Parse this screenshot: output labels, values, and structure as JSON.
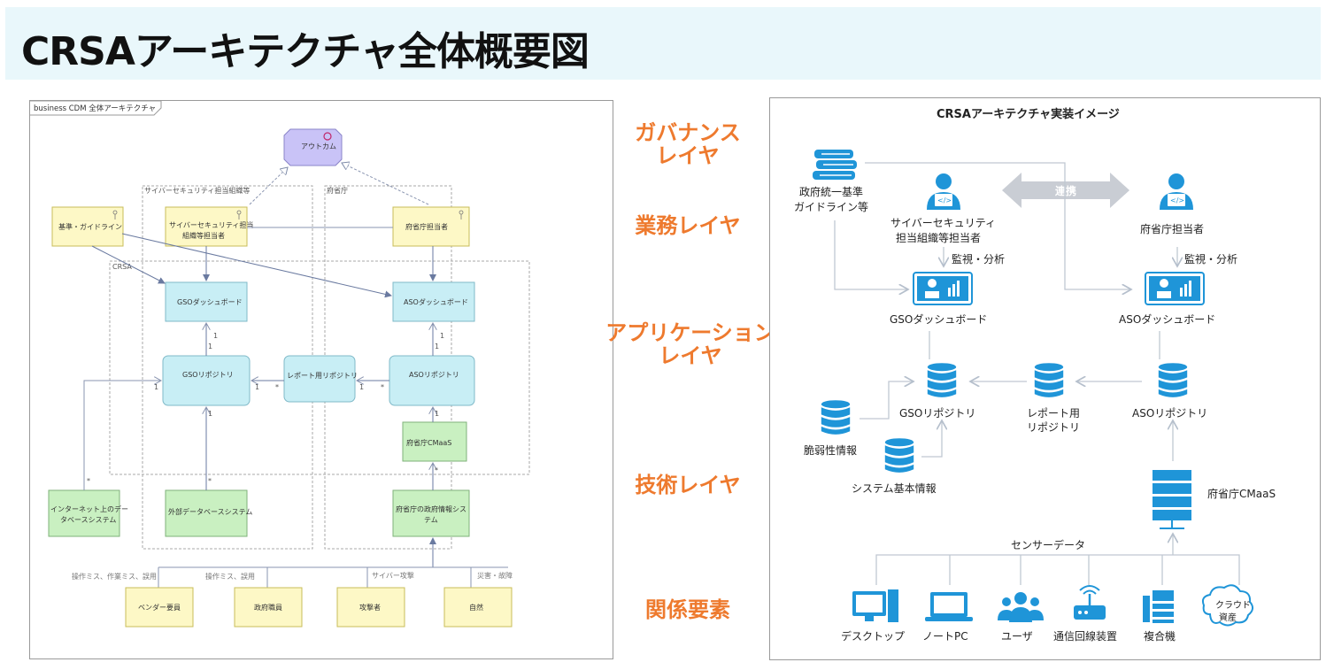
{
  "page_title": "CRSAアーキテクチャ全体概要図",
  "left_diagram": {
    "frame_label": "business CDM  全体アーキテクチャ",
    "outcome": "アウトカム",
    "group_cyber": "サイバーセキュリティ担当組織等",
    "group_ministry": "府省庁",
    "group_crsa": "CRSA",
    "actor_standard": "基準・ガイドライン",
    "actor_cyber_line1": "サイバーセキュリティ担当",
    "actor_cyber_line2": "組織等担当者",
    "actor_ministry": "府省庁担当者",
    "gso_dashboard": "GSOダッシュボード",
    "aso_dashboard": "ASOダッシュボード",
    "gso_repo": "GSOリポジトリ",
    "report_repo": "レポート用リポジトリ",
    "aso_repo": "ASOリポジトリ",
    "cmaas": "府省庁CMaaS",
    "internet_db_line1": "インターネット上のデー",
    "internet_db_line2": "タベースシステム",
    "external_db": "外部データベースシステム",
    "ministry_system_line1": "府省庁の政府情報シス",
    "ministry_system_line2": "テム",
    "risk1": "操作ミス、作業ミス、誤用",
    "risk2": "操作ミス、誤用",
    "risk3": "サイバー攻撃",
    "risk4": "災害・故障",
    "vendor": "ベンダー要員",
    "gov_staff": "政府職員",
    "attacker": "攻撃者",
    "nature": "自然",
    "mult_one": "1",
    "mult_many": "*"
  },
  "layer_labels": {
    "governance": [
      "ガバナンス",
      "レイヤ"
    ],
    "business": [
      "業務レイヤ"
    ],
    "application": [
      "アプリケーション",
      "レイヤ"
    ],
    "technology": [
      "技術レイヤ"
    ],
    "relations": [
      "関係要素"
    ]
  },
  "right_diagram": {
    "title": "CRSAアーキテクチャ実装イメージ",
    "guideline_line1": "政府統一基準",
    "guideline_line2": "ガイドライン等",
    "cyber_line1": "サイバーセキュリティ",
    "cyber_line2": "担当組織等担当者",
    "ministry_person": "府省庁担当者",
    "cooperation": "連携",
    "monitor_left": "監視・分析",
    "monitor_right": "監視・分析",
    "gso_dashboard": "GSOダッシュボード",
    "aso_dashboard": "ASOダッシュボード",
    "gso_repo": "GSOリポジトリ",
    "report_repo_line1": "レポート用",
    "report_repo_line2": "リポジトリ",
    "aso_repo": "ASOリポジトリ",
    "vuln_info": "脆弱性情報",
    "system_info": "システム基本情報",
    "cmaas": "府省庁CMaaS",
    "sensor_data": "センサーデータ",
    "devices": [
      "デスクトップ",
      "ノートPC",
      "ユーザ",
      "通信回線装置",
      "複合機"
    ],
    "cloud_line1": "クラウド",
    "cloud_line2": "資産"
  },
  "colors": {
    "title_bg": "#e9f7fb",
    "accent_orange": "#ee7a2e",
    "icon_blue": "#1f95d8",
    "outcome_fill": "#c9c3f7",
    "actor_fill": "#fdf8c6",
    "app_fill": "#c8eef5",
    "tech_fill": "#c9f0c1"
  }
}
